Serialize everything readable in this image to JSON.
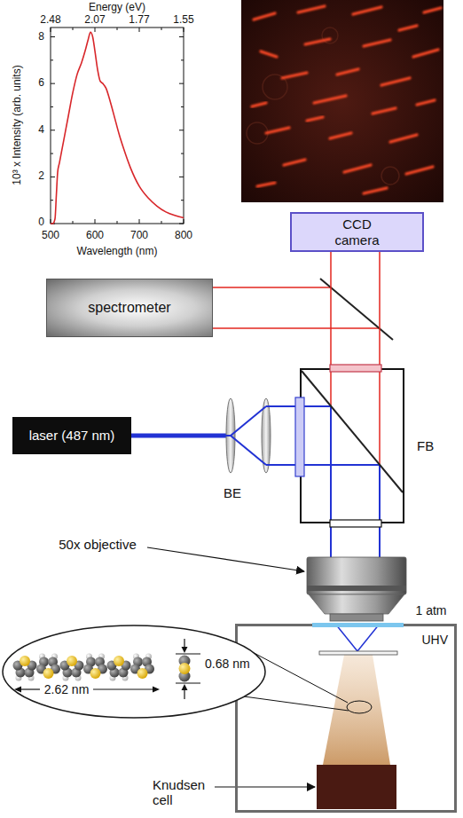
{
  "diagram": {
    "nodes": [
      {
        "text": [
          "CCD camera"
        ]
      },
      {
        "text": [
          "spectrometer"
        ]
      },
      {
        "text": [
          "laser (487 nm)"
        ]
      },
      {
        "text": [
          "FB"
        ]
      },
      {
        "text": [
          "UHV"
        ]
      },
      {
        "text": [
          "0.68 nm",
          "2.62 nm"
        ]
      },
      {
        "text": [
          "Knudsen cell"
        ],
        "in": 4
      }
    ],
    "edges": [
      {
        "from": 2,
        "to": 3,
        "arrow": "none"
      },
      {
        "from": 3,
        "to": 0,
        "arrow": "none"
      }
    ],
    "labels": [
      "Energy (eV)",
      "2.48",
      "2.07",
      "1.77",
      "1.55",
      "10³ x Intensity (arb. units)",
      "8",
      "6",
      "4",
      "2",
      "0",
      "500",
      "600",
      "700",
      "800",
      "Wavelength (nm)",
      "BE",
      "50x objective",
      "1 atm"
    ]
  }
}
